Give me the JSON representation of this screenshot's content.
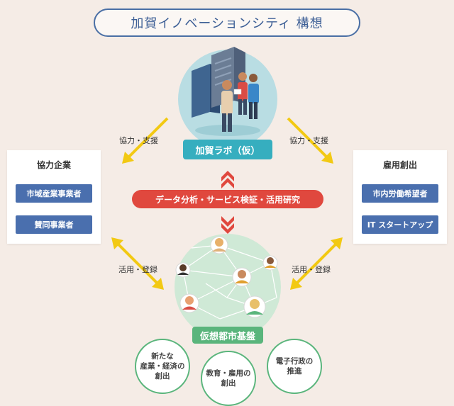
{
  "title": "加賀イノベーションシティ 構想",
  "lab_label": "加賀ラボ（仮）",
  "center_bar": "データ分析・サービス検証・活用研究",
  "platform_label": "仮想都市基盤",
  "left_panel": {
    "title": "協力企業",
    "buttons": [
      "市域産業事業者",
      "賛同事業者"
    ]
  },
  "right_panel": {
    "title": "雇用創出",
    "buttons": [
      "市内労働希望者",
      "IT スタートアップ"
    ]
  },
  "arrow_labels": {
    "top_left": "協力・支援",
    "top_right": "協力・支援",
    "bottom_left": "活用・登録",
    "bottom_right": "活用・登録"
  },
  "outcomes": [
    [
      "新たな",
      "産業・経済の",
      "創出"
    ],
    [
      "教育・雇用の",
      "創出"
    ],
    [
      "電子行政の",
      "推進"
    ]
  ],
  "colors": {
    "title_border": "#4a6fa5",
    "blue_button": "#4a6fae",
    "teal": "#36aebf",
    "red": "#e0483e",
    "green": "#5ab57c",
    "arrow_yellow": "#f2c913",
    "background": "#f5ece6"
  }
}
